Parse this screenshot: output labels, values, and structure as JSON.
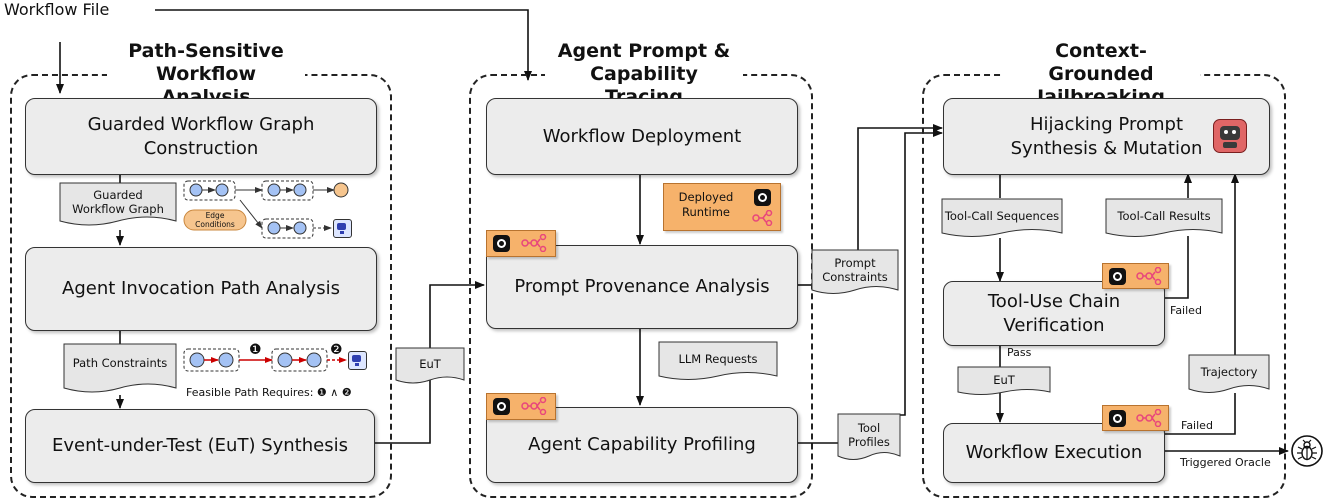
{
  "input": {
    "workflow_file": "Workflow File"
  },
  "stages": {
    "analysis": {
      "title": "Path-Sensitive\nWorkflow Analysis"
    },
    "tracing": {
      "title": "Agent Prompt &\nCapability Tracing"
    },
    "jailbreak": {
      "title": "Context-Grounded\nJailbreaking"
    }
  },
  "boxes": {
    "gwg_construction": "Guarded Workflow Graph\nConstruction",
    "invocation_path": "Agent Invocation Path Analysis",
    "eut_synthesis": "Event-under-Test (EuT) Synthesis",
    "deployment": "Workflow Deployment",
    "provenance": "Prompt Provenance Analysis",
    "capability": "Agent Capability Profiling",
    "hijacking": "Hijacking Prompt\nSynthesis & Mutation",
    "tool_chain": "Tool-Use Chain\nVerification",
    "execution": "Workflow Execution"
  },
  "docs": {
    "guarded_graph": "Guarded\nWorkflow Graph",
    "path_constraints": "Path Constraints",
    "eut_left": "EuT",
    "llm_requests": "LLM Requests",
    "prompt_constraints": "Prompt\nConstraints",
    "tool_profiles": "Tool\nProfiles",
    "tool_call_sequences": "Tool-Call Sequences",
    "tool_call_results": "Tool-Call Results",
    "eut_right": "EuT",
    "trajectory": "Trajectory"
  },
  "annotations": {
    "edge_conditions": "Edge\nConditions",
    "feasible_path": "Feasible Path Requires: ❶ ∧ ❷",
    "marker_1": "❶",
    "marker_2": "❷",
    "deployed_runtime": "Deployed\nRuntime",
    "failed_1": "Failed",
    "failed_2": "Failed",
    "pass": "Pass",
    "triggered_oracle": "Triggered Oracle"
  },
  "icons": [
    "github-icon",
    "workflow-graph-icon",
    "robot-icon",
    "bug-icon",
    "agent-node-icon"
  ],
  "colors": {
    "box_fill": "#ececec",
    "node_fill": "#a4c2f4",
    "orange": "#f6b26b",
    "path_red": "#cc0000",
    "git_pink": "#e8467c"
  }
}
